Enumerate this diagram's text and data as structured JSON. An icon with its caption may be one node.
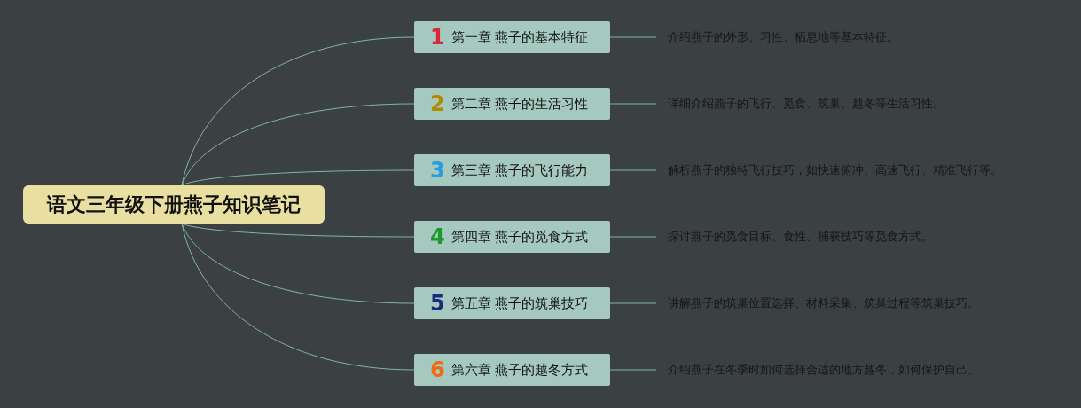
{
  "diagram": {
    "nodes": [
      {
        "text": [
          "语文三年级下册燕子知识笔记"
        ]
      },
      {
        "text": [
          "1",
          "第一章 燕子的基本特征"
        ]
      },
      {
        "text": [
          "介绍燕子的外形、习性、栖息地等基本特征。"
        ]
      },
      {
        "text": [
          "2",
          "第二章 燕子的生活习性"
        ]
      },
      {
        "text": [
          "详细介绍燕子的飞行、觅食、筑巢、越冬等生活习性。"
        ]
      },
      {
        "text": [
          "3",
          "第三章 燕子的飞行能力"
        ]
      },
      {
        "text": [
          "解析燕子的独特飞行技巧，如快速俯冲、高速飞行、精准飞行等。"
        ]
      },
      {
        "text": [
          "4",
          "第四章 燕子的觅食方式"
        ]
      },
      {
        "text": [
          "探讨燕子的觅食目标、食性、捕获技巧等觅食方式。"
        ]
      },
      {
        "text": [
          "5",
          "第五章 燕子的筑巢技巧"
        ]
      },
      {
        "text": [
          "讲解燕子的筑巢位置选择、材料采集、筑巢过程等筑巢技巧。"
        ]
      },
      {
        "text": [
          "6",
          "第六章 燕子的越冬方式"
        ]
      },
      {
        "text": [
          "介绍燕子在冬季时如何选择合适的地方越冬，如何保护自己。"
        ]
      }
    ],
    "edges": [
      {
        "from": 0,
        "to": 1,
        "arrow": "none"
      },
      {
        "from": 0,
        "to": 3,
        "arrow": "none"
      },
      {
        "from": 0,
        "to": 5,
        "arrow": "none"
      },
      {
        "from": 0,
        "to": 7,
        "arrow": "none"
      },
      {
        "from": 0,
        "to": 9,
        "arrow": "none"
      },
      {
        "from": 0,
        "to": 11,
        "arrow": "none"
      },
      {
        "from": 1,
        "to": 2,
        "arrow": "none"
      },
      {
        "from": 3,
        "to": 4,
        "arrow": "none"
      },
      {
        "from": 5,
        "to": 6,
        "arrow": "none"
      },
      {
        "from": 7,
        "to": 8,
        "arrow": "none"
      },
      {
        "from": 9,
        "to": 10,
        "arrow": "none"
      },
      {
        "from": 11,
        "to": 12,
        "arrow": "none"
      }
    ]
  }
}
